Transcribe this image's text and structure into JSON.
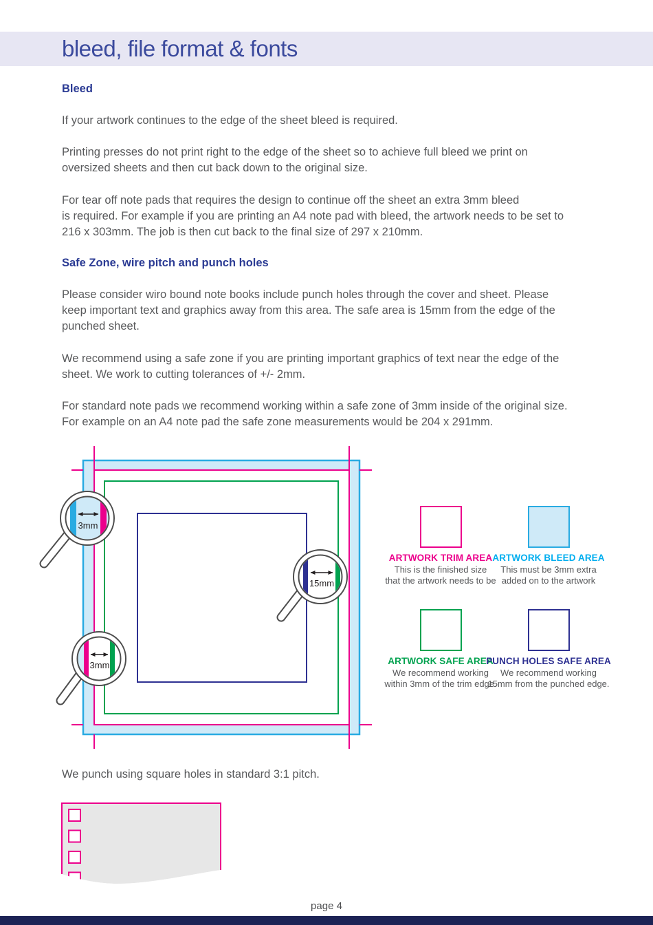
{
  "header": {
    "title": "bleed, file format & fonts"
  },
  "sections": {
    "bleed_heading": "Bleed",
    "p1": "If your artwork continues to the edge of the sheet bleed is required.",
    "p2": "Printing presses do not print right to the edge of the sheet so to achieve full bleed we print on\noversized sheets and then cut back down to the original size.",
    "p3": "For tear off note pads that requires the design to continue off the sheet an extra 3mm bleed\nis required. For example if you are printing an A4 note pad with bleed, the artwork needs to be set to\n216 x 303mm. The job is then cut back to the final size of 297 x 210mm.",
    "safe_heading": "Safe Zone, wire pitch and punch holes",
    "p4": "Please consider wiro bound note books include punch holes through the cover and sheet. Please\nkeep important text and graphics away from this area. The safe area is 15mm from the edge of the\npunched sheet.",
    "p5": "We recommend using a safe zone if you are printing important graphics of text near the edge of the\nsheet. We work to cutting tolerances of +/- 2mm.",
    "p6": "For standard note pads we recommend working within a safe zone of 3mm inside of the original size.\nFor example on an A4 note pad the safe zone measurements would be 204 x 291mm.",
    "pitch_note": "We punch using square holes in standard 3:1 pitch.",
    "page_number": "page 4"
  },
  "diagram": {
    "magnifier_top_left_label": "3mm",
    "magnifier_right_label": "15mm",
    "magnifier_bottom_left_label": "3mm"
  },
  "legend": [
    {
      "label": "ARTWORK TRIM AREA",
      "desc": "This is the finished size\nthat the artwork needs to be"
    },
    {
      "label": "ARTWORK BLEED AREA",
      "desc": "This must be 3mm extra\nadded on to the artwork"
    },
    {
      "label": "ARTWORK SAFE AREA",
      "desc": "We recommend working\nwithin 3mm of the trim edge."
    },
    {
      "label": "PUNCH HOLES SAFE AREA",
      "desc": "We recommend working\n15mm from the punched edge."
    }
  ],
  "colors": {
    "trim_magenta": "#ec008c",
    "bleed_cyan_border": "#29abe2",
    "bleed_cyan_label": "#00aeef",
    "bleed_light_blue_fill": "#cfeaf8",
    "safe_green": "#00a24f",
    "punch_navy": "#2e3192",
    "title_blue": "#3b4a9d",
    "heading_blue": "#2b3b94",
    "header_band": "#e7e6f3",
    "body_text_gray": "#58595b",
    "sheet_gray": "#e7e7e7",
    "footer_navy": "#1c2355"
  }
}
